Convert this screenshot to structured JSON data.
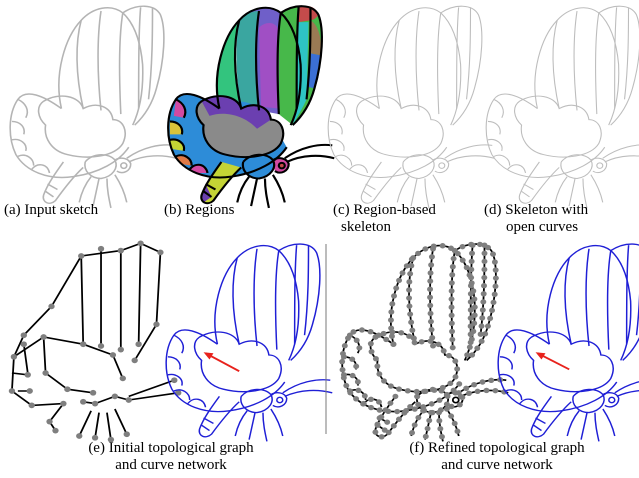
{
  "figure": {
    "captions": {
      "a": "(a) Input sketch",
      "b": "(b) Regions",
      "c_line1": "(c) Region-based",
      "c_line2": "skeleton",
      "d_line1": "(d) Skeleton with",
      "d_line2": "open curves",
      "e_line1": "(e) Initial topological graph",
      "e_line2": "and curve network",
      "f_line1": "(f) Refined topological graph",
      "f_line2": "and curve network"
    },
    "colors": {
      "sketch_stroke": "#b4b4b4",
      "skeleton_stroke": "#bdbdbd",
      "graph_edge": "#000000",
      "graph_node": "#7f7f7f",
      "curve_network": "#1f1fd6",
      "arrow": "#e8221c",
      "divider": "#7a7a7a"
    },
    "region_colors": [
      "#3aa6a0",
      "#d24aa2",
      "#6f5fc9",
      "#33c47e",
      "#c4d435",
      "#e07a46",
      "#2d8cd8",
      "#8a8a8a",
      "#a04fc4",
      "#c44b4b",
      "#2ec4c4",
      "#6b3fb0",
      "#47b84a",
      "#d9c23a",
      "#3b6fd4",
      "#9a7a54"
    ]
  }
}
